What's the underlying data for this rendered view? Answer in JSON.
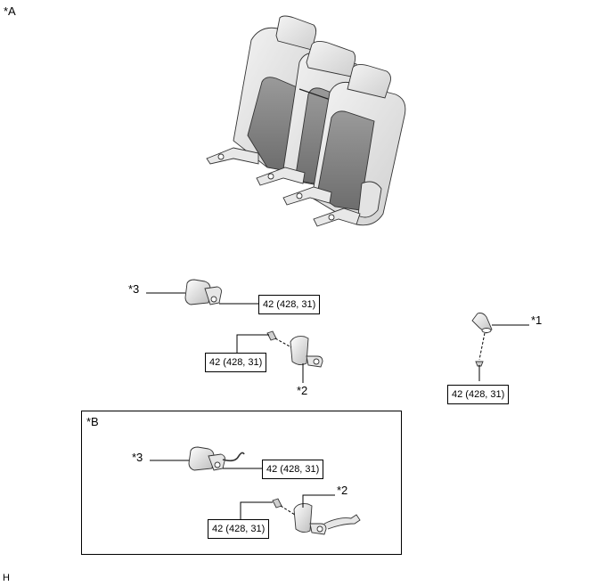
{
  "view_a_label": "*A",
  "view_b_label": "*B",
  "footer_code": "H",
  "callouts": {
    "c1": "*1",
    "c2_a": "*2",
    "c3_a": "*3",
    "c3_b": "*3",
    "c2_b": "*2"
  },
  "torque": {
    "t1": "42 (428, 31)",
    "t2": "42 (428, 31)",
    "t3": "42 (428, 31)",
    "t4": "42 (428, 31)",
    "t5": "42 (428, 31)"
  }
}
